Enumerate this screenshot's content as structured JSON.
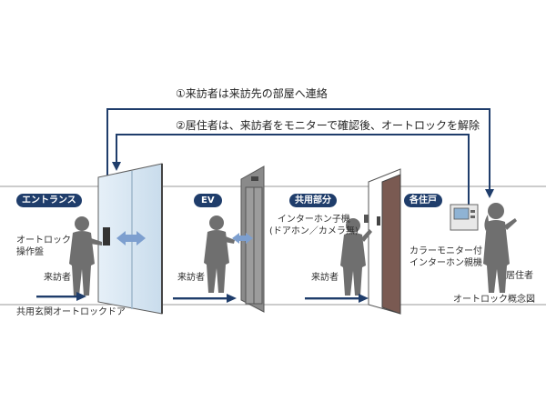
{
  "steps": {
    "step1": "①来訪者は来訪先の部屋へ連絡",
    "step2": "②居住者は、来訪者をモニターで確認後、オートロックを解除"
  },
  "zones": {
    "entrance": "エントランス",
    "ev": "EV",
    "common": "共用部分",
    "dwelling": "各住戸"
  },
  "labels": {
    "autolock_panel": "オートロック\n操作盤",
    "visitor": "来訪者",
    "shared_door": "共用玄関オートロックドア",
    "intercom_sub": "インターホン子機\n(ドアホン／カメラ無)",
    "color_monitor": "カラーモニター付\nインターホン親機",
    "resident": "居住者",
    "caption": "オートロック概念図"
  },
  "colors": {
    "navy": "#1f3d6b",
    "glass": "#d6e6f2",
    "figure": "#6f6f6f",
    "arrow_blue": "#7d9fcf",
    "door_brown": "#7a5a52"
  }
}
